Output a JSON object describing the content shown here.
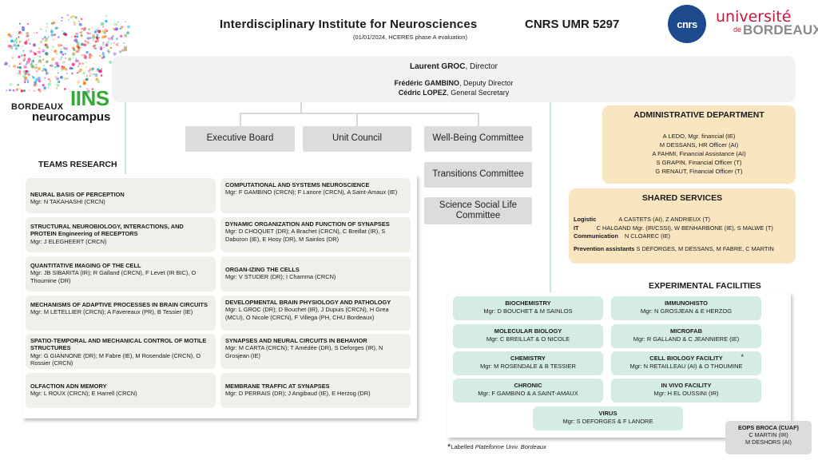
{
  "header": {
    "title": "Interdisciplinary  Institute for Neurosciences",
    "subtitle": "(01/01/2024, HCERES phase A evaluation)",
    "umr": "CNRS UMR 5297"
  },
  "logos": {
    "iins_bordeaux": "BORDEAUX",
    "iins_word": "IINS",
    "iins_neurocampus": "neurocampus",
    "cnrs": "cnrs",
    "univ_line1": "université",
    "univ_line2": "de",
    "univ_line3": "BORDEAUX",
    "iins_green": "#36a834",
    "cnrs_blue": "#1c4a8c",
    "univ_red": "#c4183c"
  },
  "direction": {
    "director_name": "Laurent GROC",
    "director_role": ", Director",
    "deputy_name": "Frédéric GAMBINO",
    "deputy_role": ",  Deputy Director",
    "secretary_name": "Cédric LOPEZ",
    "secretary_role": ",  General Secretary"
  },
  "governance": {
    "executive_board": "Executive Board",
    "unit_council": "Unit Council",
    "wellbeing": "Well-Being Committee",
    "transitions": "Transitions Committee",
    "science_social": "Science Social Life Committee"
  },
  "teams": {
    "title": "TEAMS RESEARCH",
    "items": [
      {
        "name": "NEURAL BASIS OF PERCEPTION",
        "members": "Mgr: N TAKAHASHI (CRCN)"
      },
      {
        "name": "COMPUTATIONAL AND SYSTEMS NEUROSCIENCE",
        "members": "Mgr: F GAMBINO (CRCN); F Lanore (CRCN), A Saint-Amaux (IE)"
      },
      {
        "name": "STRUCTURAL NEUROBIOLOGY, INTERACTIONS, AND PROTEIN Engineering of RECEPTORS",
        "members": "Mgr: J ELEGHEERT (CRCN)"
      },
      {
        "name": "DYNAMIC ORGANIZATION AND FUNCTION OF SYNAPSES",
        "members": "Mgr: D CHOQUET (DR); A Brachet (CRCN), C Breillat (IR), S Daburon (IE), E Hosy (DR), M Sainlos (DR)"
      },
      {
        "name": "QUANTITATIVE IMAGING OF THE CELL",
        "members": "Mgr: JB SIBARITA (IR); R Galland (CRCN), F Levet (IR BIC), O Thoumine (DR)"
      },
      {
        "name": "ORGAN-IZING THE CELLS",
        "members": "Mgr: V STUDER (DR); I Chamma (CRCN)"
      },
      {
        "name": "MECHANISMS OF ADAPTIVE PROCESSES IN BRAIN CIRCUITS",
        "members": "Mgr: M LETELLIER (CRCN); A Favereaux (PR), B Tessier (IE)"
      },
      {
        "name": "DEVELOPMENTAL BRAIN PHYSIOLOGY AND PATHOLOGY",
        "members": "Mgr: L GROC (DR); D Bouchet (IR), J Dupuis (CRCN), H Grea (MCU), O Nicole (CRCN), F Villega (PH, CHU Bordeaux)"
      },
      {
        "name": "SPATIO-TEMPORAL AND MECHANICAL CONTROL OF MOTILE STRUCTURES",
        "members": "Mgr: G GIANNONE (DR); M Fabre (IE), M Rosendale (CRCN), O Rossier (CRCN)"
      },
      {
        "name": "SYNAPSES AND NEURAL CIRCUITS IN BEHAVIOR",
        "members": "Mgr: M CARTA (CRCN); T Amédée (DR), S Deforges (IR), N Grosjean (IE)"
      },
      {
        "name": "OLFACTION ADN MEMORY",
        "members": "Mgr: L ROUX (CRCN); E Harrell (CRCN)"
      },
      {
        "name": "MEMBRANE TRAFFIC AT SYNAPSES",
        "members": "Mgr: D PERRAIS (DR); J Angibaud (IE), E Herzog (DR)"
      }
    ]
  },
  "admin": {
    "title": "ADMINISTRATIVE DEPARTMENT",
    "lines": [
      "A LEDO, Mgr. financial (IE)",
      "M DESSANS, HR Officer (AI)",
      "A FAHMI, Financial Assistance (AI)",
      "S GRAPIN, Financial Officer (T)",
      "G RENAUT, Financial Officer (T)"
    ]
  },
  "shared": {
    "title": "SHARED SERVICES",
    "logistic_label": "Logistic",
    "logistic_value": "A CASTETS (AI), Z ANDRIEUX (T)",
    "it_label": "IT",
    "it_value": "C HALGAND Mgr. (IR/CSSI), W BENHARBONE (IE), S MALWE (T)",
    "comm_label": "Communication",
    "comm_value": "N CLOAREC (IE)",
    "prev_label": "Prevention assistants",
    "prev_value": "S DEFORGES, M DESSANS, M FABRE, C MARTIN"
  },
  "facilities": {
    "title": "EXPERIMENTAL FACILITIES",
    "items": [
      {
        "name": "BIOCHEMISTRY",
        "members": "Mgr: D BOUCHET & M SAINLOS"
      },
      {
        "name": "IMMUNOHISTO",
        "members": "Mgr: N GROSJEAN & E HERZOG"
      },
      {
        "name": "MOLECULAR BIOLOGY",
        "members": "Mgr: C BREILLAT & O NICOLE"
      },
      {
        "name": "MICROFAB",
        "members": "Mgr: R GALLAND & C JEANNIERE (IE)"
      },
      {
        "name": "CHEMISTRY",
        "members": "Mgr: M ROSENDALE & B TESSIER"
      },
      {
        "name": "CELL BIOLOGY FACILITY",
        "members": "Mgr: N RETAILLEAU (AI) & O THOUMINE"
      },
      {
        "name": "CHRONIC",
        "members": "Mgr: F GAMBINO & A SAINT-AMAUX"
      },
      {
        "name": "IN VIVO FACILITY",
        "members": "Mgr: H EL OUSSINI (IR)"
      },
      {
        "name": "VIRUS",
        "members": "Mgr: S DEFORGES & F LANORE"
      }
    ],
    "star": "*"
  },
  "eops": {
    "name": "EOPS BROCA (CUAF)",
    "line1": "C MARTIN (IR)",
    "line2": "M DESHORS (AI)"
  },
  "note": {
    "star": "*",
    "prefix": "Labelled ",
    "italic": "Plateforme Univ. Bordeaux"
  }
}
